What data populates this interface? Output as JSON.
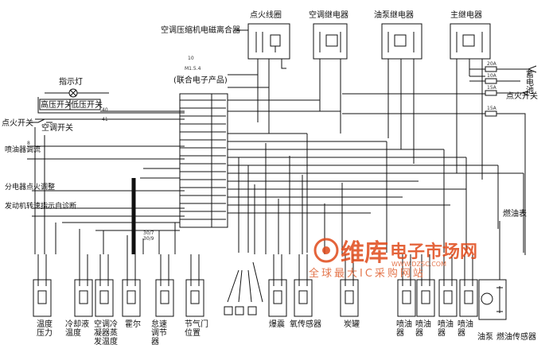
{
  "labels": {
    "ignition_coil": "点火线圈",
    "ac_relay": "空调继电器",
    "fuel_pump_relay": "油泵继电器",
    "main_relay": "主继电器",
    "ac_clutch": "空调压缩机电磁离合器",
    "ecu_title": "(联合电子产品)",
    "ecu_code": "M1.5.4",
    "indicator_lamp": "指示灯",
    "hp_switch": "高压开关",
    "lp_switch": "低压开关",
    "ignition_switch_left": "点火开关",
    "ac_switch": "空调开关",
    "injector_adjust": "喷油器调流",
    "distributor_adjust": "分电器点火调整",
    "engine_diag": "发动机转速指示自诊断",
    "battery": "蓄电池",
    "ignition_switch_right": "点火开关",
    "fuel_gauge": "燃油表",
    "temp_pressure": "温度压力",
    "coolant_temp": "冷却液温度",
    "ac_evap_temp": "空调冷凝器蒸发温度",
    "hall": "霍尔",
    "idle_regulator": "怠速调节器",
    "throttle_position": "节气门位置",
    "knock": "爆震",
    "oxygen_sensor": "氧传感器",
    "canister": "炭罐",
    "injector_1": "喷油器",
    "injector_2": "喷油器",
    "injector_3": "喷油器",
    "injector_4": "喷油器",
    "fuel_pump": "油泵",
    "fuel_sensor": "燃油传感器",
    "watermark_brand": "维库",
    "watermark_site": "电子市场网",
    "watermark_url": "WWW.DZSC.COM",
    "watermark_slogan": "全球最大IC采购网站"
  }
}
